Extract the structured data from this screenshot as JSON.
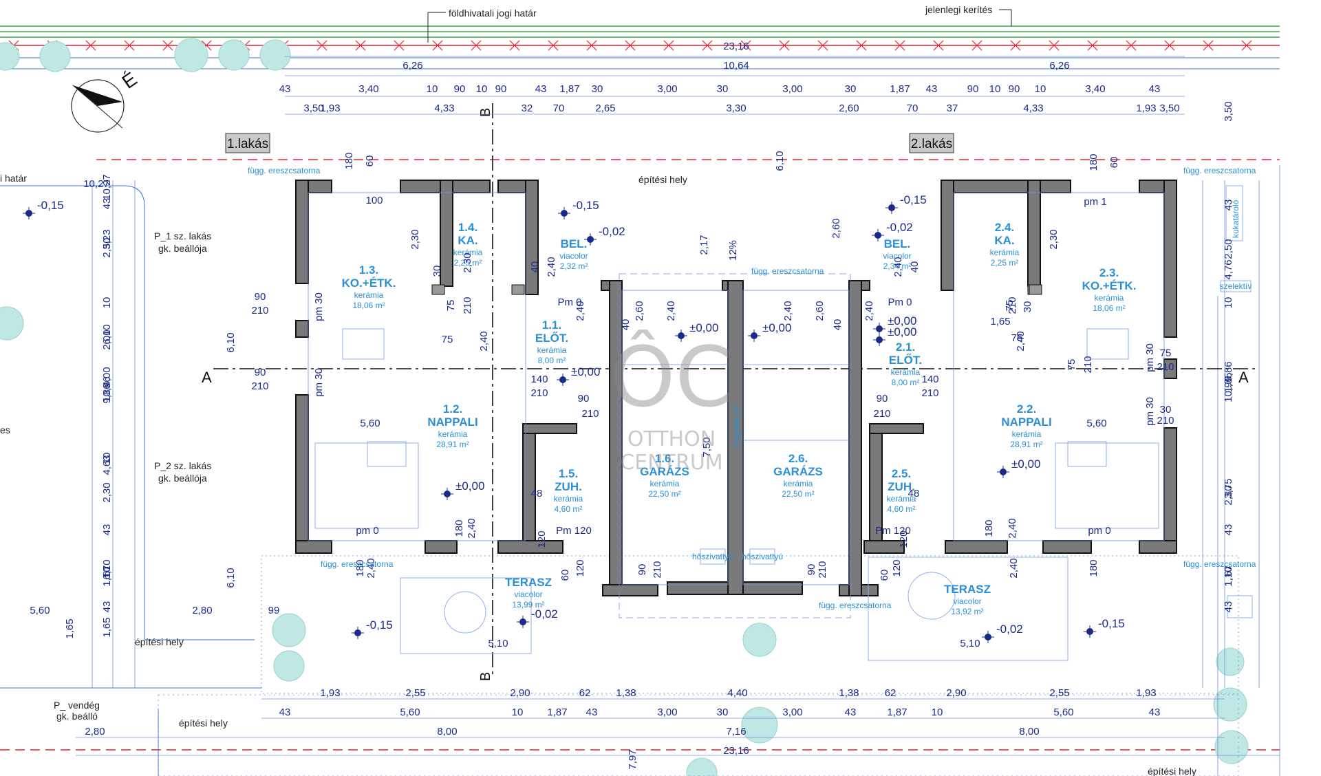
{
  "boundary": {
    "legal_label": "földhivatali jogi határ",
    "fence_label": "jelenlegi kerítés",
    "build_zone_label": "építési hely",
    "left_border_label": "i határ",
    "left_cut_label": "es"
  },
  "units": {
    "unit1": "1.lakás",
    "unit2": "2.lakás"
  },
  "parking": {
    "p1_a": "P_1 sz. lakás",
    "p1_b": "gk. beállója",
    "p2_a": "P_2 sz. lakás",
    "p2_b": "gk. beállója",
    "guest_a": "P_ vendég",
    "guest_b": "gk. beálló"
  },
  "rooms": [
    {
      "id": "r13",
      "num": "1.3.",
      "name": "KO.+ÉTK.",
      "mat": "kerámia",
      "area": "18,06 m²"
    },
    {
      "id": "r14",
      "num": "1.4.",
      "name": "KA.",
      "mat": "kerámia",
      "area": "2,25 m²"
    },
    {
      "id": "r1bel",
      "num": "",
      "name": "BEL.",
      "mat": "viacolor",
      "area": "2,32 m²"
    },
    {
      "id": "r11",
      "num": "1.1.",
      "name": "ELŐT.",
      "mat": "kerámia",
      "area": "8,00 m²"
    },
    {
      "id": "r12",
      "num": "1.2.",
      "name": "NAPPALI",
      "mat": "kerámia",
      "area": "28,91 m²"
    },
    {
      "id": "r15",
      "num": "1.5.",
      "name": "ZUH.",
      "mat": "kerámia",
      "area": "4,60 m²"
    },
    {
      "id": "r16",
      "num": "1.6.",
      "name": "GARÁZS",
      "mat": "kerámia",
      "area": "22,50 m²"
    },
    {
      "id": "r26",
      "num": "2.6.",
      "name": "GARÁZS",
      "mat": "kerámia",
      "area": "22,50 m²"
    },
    {
      "id": "r25",
      "num": "2.5.",
      "name": "ZUH.",
      "mat": "kerámia",
      "area": "4,60 m²"
    },
    {
      "id": "r22",
      "num": "2.2.",
      "name": "NAPPALI",
      "mat": "kerámia",
      "area": "28,91 m²"
    },
    {
      "id": "r21",
      "num": "2.1.",
      "name": "ELŐT.",
      "mat": "kerámia",
      "area": "8,00 m²"
    },
    {
      "id": "r2bel",
      "num": "",
      "name": "BEL.",
      "mat": "viacolor",
      "area": "2,34 m²"
    },
    {
      "id": "r24",
      "num": "2.4.",
      "name": "KA.",
      "mat": "kerámia",
      "area": "2,25 m²"
    },
    {
      "id": "r23",
      "num": "2.3.",
      "name": "KO.+ÉTK.",
      "mat": "kerámia",
      "area": "18,06 m²"
    },
    {
      "id": "t1",
      "num": "",
      "name": "TERASZ",
      "mat": "viacolor",
      "area": "13,99 m²"
    },
    {
      "id": "t2",
      "num": "",
      "name": "TERASZ",
      "mat": "viacolor",
      "area": "13,92 m²"
    }
  ],
  "levels": {
    "minus015": "-0,15",
    "minus002": "-0,02",
    "zero": "±0,00"
  },
  "dims_top": {
    "total": "23,16",
    "seg": [
      "6,26",
      "10,64",
      "6,26"
    ],
    "row1": [
      "43",
      "3,40",
      "10",
      "90",
      "10",
      "90",
      "43",
      "1,87",
      "30",
      "3,00",
      "30",
      "3,00",
      "30",
      "1,87",
      "43",
      "90",
      "10",
      "90",
      "10",
      "3,40",
      "43"
    ],
    "row2": [
      "3,50",
      "1,93",
      "4,33",
      "32",
      "70",
      "2,65",
      "3,30",
      "2,60",
      "70",
      "37",
      "4,33",
      "1,93",
      "3,50"
    ]
  },
  "dims_bottom": {
    "row1": [
      "1,93",
      "2,55",
      "2,90",
      "62",
      "1,38",
      "4,40",
      "1,38",
      "62",
      "2,90",
      "2,55",
      "1,93"
    ],
    "row2": [
      "43",
      "5,60",
      "10",
      "1,87",
      "43",
      "3,00",
      "30",
      "3,00",
      "43",
      "1,87",
      "10",
      "5,60",
      "43"
    ],
    "row3": [
      "2,80",
      "8,00",
      "7,16",
      "8,00"
    ],
    "total": "23,16",
    "extra": "7,97"
  },
  "dims_left": [
    "43",
    "2,50",
    "3,23",
    "10",
    "2,00",
    "4,00",
    "10,96",
    "9,86",
    "10",
    "4,63",
    "2,30",
    "43",
    "1,10",
    "67",
    "1,10",
    "43",
    "1,65",
    "6,10",
    "6,10",
    "10,27"
  ],
  "dims_right": [
    "43",
    "2,50",
    "4,76",
    "10",
    "1,35",
    "9,86",
    "10,96",
    "3,75",
    "2,30",
    "43",
    "1,10",
    "67",
    "1,10",
    "43",
    "3,50"
  ],
  "dims_misc": {
    "d100": "100",
    "d180": "180",
    "d60": "60",
    "d230": "2,30",
    "d240": "2,40",
    "d260": "2,60",
    "d217": "2,17",
    "d610": "6,10",
    "d90": "90",
    "d210": "210",
    "d30": "30",
    "d75": "75",
    "d140": "140",
    "d40": "40",
    "d120": "120",
    "d48": "48",
    "d560": "5,60",
    "d510": "5,10",
    "d165": "1,65",
    "d99": "99",
    "d280": "2,80",
    "d750": "7,50",
    "d12": "12%",
    "pm0": "Pm 0",
    "pm1": "pm 1",
    "pm0l": "pm 0",
    "pm120": "Pm 120",
    "pm30": "pm 30"
  },
  "notes": {
    "gutter": "függ. ereszcsatorna",
    "party_wall": "hagyatló fal",
    "boiler": "hőszivattyú",
    "bins": "kukatároló",
    "selective": "szelektív"
  },
  "axes": {
    "a": "A",
    "b": "B"
  },
  "watermark": {
    "logo": "ÔC",
    "line1": "OTTHON",
    "line2": "CENTRUM"
  },
  "north": "É"
}
